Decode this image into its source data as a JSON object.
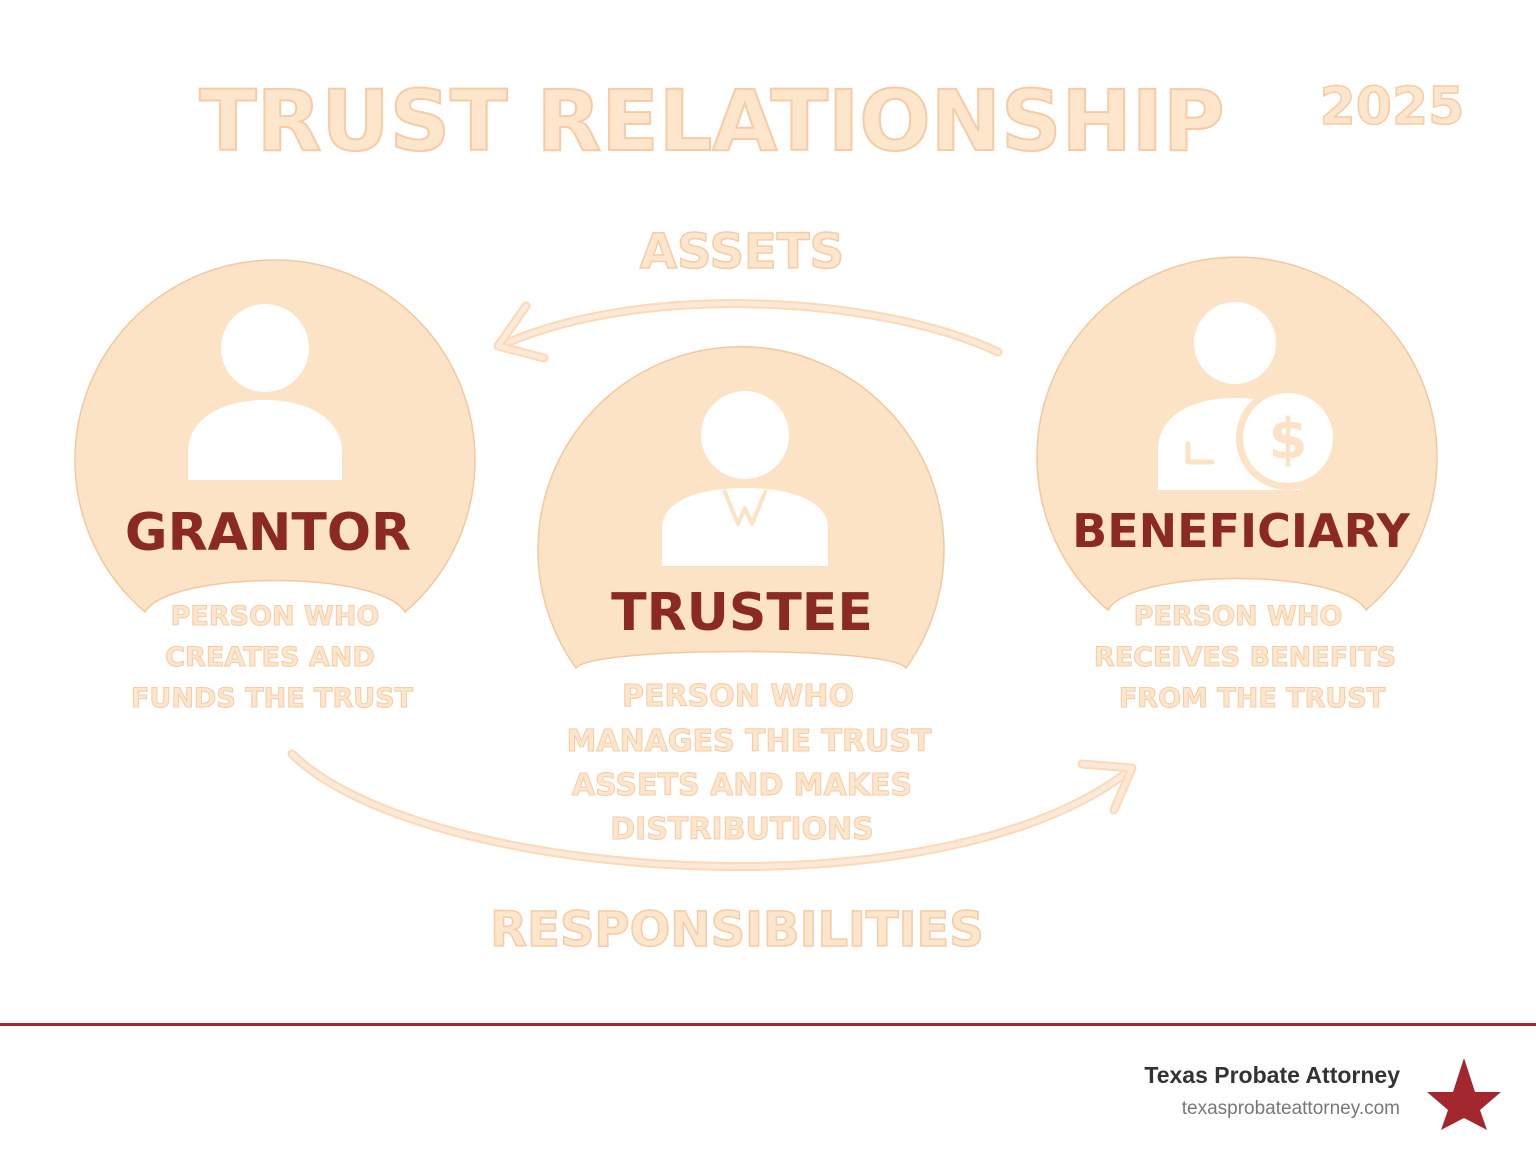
{
  "header": {
    "title": "TRUST RELATIONSHIP",
    "year": "2025"
  },
  "flows": {
    "top_label": "ASSETS",
    "bottom_label": "RESPONSIBILITIES"
  },
  "roles": [
    {
      "name": "GRANTOR",
      "icon": "person-icon",
      "description_lines": [
        "PERSON WHO",
        "CREATES AND",
        "FUNDS THE TRUST"
      ]
    },
    {
      "name": "TRUSTEE",
      "icon": "person-with-tie-icon",
      "description_lines": [
        "PERSON WHO",
        "MANAGES THE TRUST",
        "ASSETS AND MAKES",
        "DISTRIBUTIONS"
      ]
    },
    {
      "name": "BENEFICIARY",
      "icon": "person-with-dollar-icon",
      "description_lines": [
        "PERSON WHO",
        "RECEIVES BENEFITS",
        "FROM THE TRUST"
      ]
    }
  ],
  "footer": {
    "name": "Texas Probate Attorney",
    "url": "texasprobateattorney.com",
    "logo_icon": "star-icon"
  },
  "colors": {
    "peach_fill": "#fde3c6",
    "peach_stroke": "#f3c8a0",
    "label_red": "#8b2a22",
    "rule_red": "#a2272e",
    "star_red": "#a2272e"
  }
}
